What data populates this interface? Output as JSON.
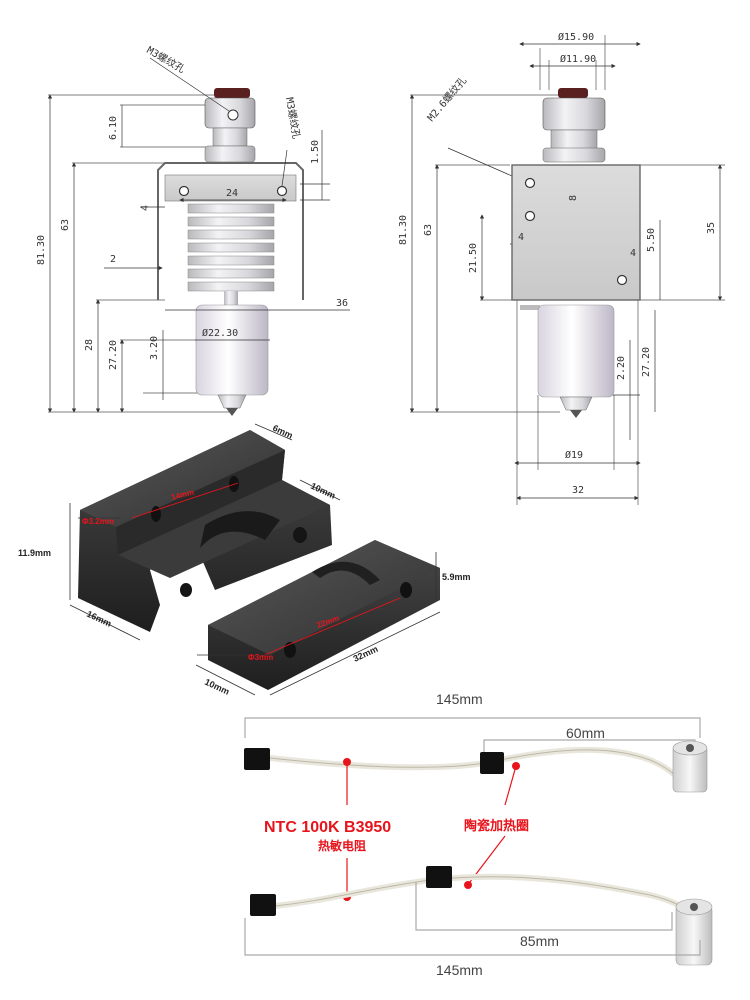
{
  "left_view": {
    "label_m3_hole_top": "M3螺纹孔",
    "label_m3_hole_right": "M3螺纹孔",
    "d_total": "81.30",
    "d_63": "63",
    "d_610": "6.10",
    "d_150": "1.50",
    "d_24": "24",
    "d_4": "4",
    "d_2": "2",
    "d_36": "36",
    "d_28": "28",
    "d_2720": "27.20",
    "d_320": "3.20",
    "d_2230": "Ø22.30"
  },
  "right_view": {
    "label_m26_hole": "M2.6螺纹孔",
    "d_1590": "Ø15.90",
    "d_1190": "Ø11.90",
    "d_total": "81.30",
    "d_63": "63",
    "d_35": "35",
    "d_8": "8",
    "d_4a": "4",
    "d_2150": "21.50",
    "d_550": "5.50",
    "d_4b": "4",
    "d_220": "2.20",
    "d_2720": "27.20",
    "d_19": "Ø19",
    "d_32": "32"
  },
  "block": {
    "d_6mm": "6mm",
    "d_10mm_top": "10mm",
    "d_14mm": "14mm",
    "d_32mm_hole": "Φ3.2mm",
    "d_119mm": "11.9mm",
    "d_16mm": "16mm",
    "d_59mm": "5.9mm",
    "d_22mm": "22mm",
    "d_3mm": "Φ3mm",
    "d_32mm": "32mm",
    "d_10mm_bottom": "10mm"
  },
  "cables": {
    "top_length": "145mm",
    "top_segment": "60mm",
    "ntc_label": "NTC 100K B3950",
    "ntc_sub": "热敏电阻",
    "heater_label": "陶瓷加热圈",
    "bottom_segment": "85mm",
    "bottom_length": "145mm"
  }
}
